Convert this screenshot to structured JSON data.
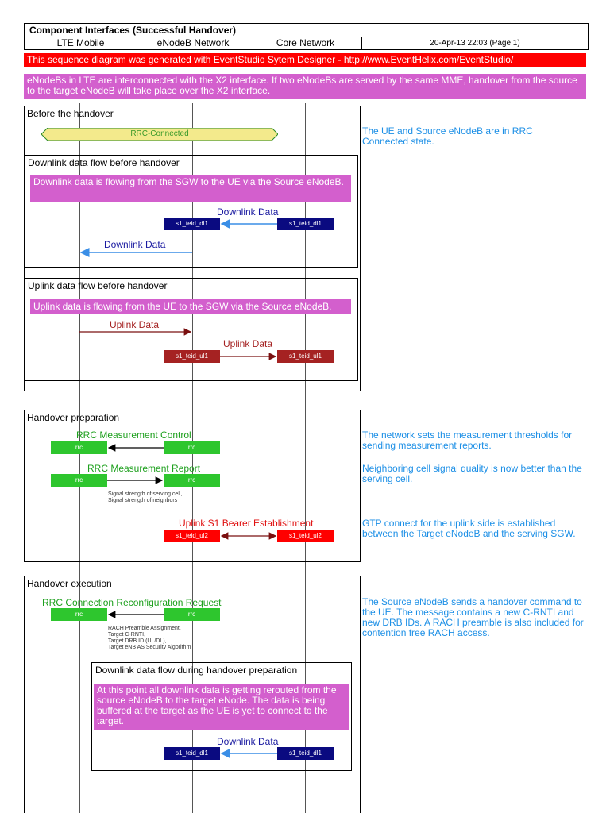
{
  "header": {
    "title": "Component Interfaces (Successful Handover)",
    "columns": [
      "LTE Mobile",
      "eNodeB Network",
      "Core Network"
    ],
    "date": "20-Apr-13 22:03 (Page 1)"
  },
  "generated_banner": "This sequence diagram was generated with EventStudio Sytem Designer - http://www.EventHelix.com/EventStudio/",
  "intro_note": "eNodeBs in LTE are interconnected with the X2 interface. If two eNodeBs are served by the same MME, handover from the source to the target eNodeB will take place over the X2 interface.",
  "before": {
    "title": "Before the handover",
    "state": "RRC-Connected",
    "state_comment": "The UE and Source eNodeB are in RRC Connected state.",
    "downlink": {
      "title": "Downlink data flow before handover",
      "note": "Downlink data is flowing from the SGW to the UE via the Source eNodeB.",
      "msg1": "Downlink Data",
      "from1": "s1_teid_dl1",
      "to1": "s1_teid_dl1",
      "msg2": "Downlink Data"
    },
    "uplink": {
      "title": "Uplink data flow before handover",
      "note": "Uplink data is flowing from the UE to the SGW via the Source eNodeB.",
      "msg1": "Uplink Data",
      "msg2": "Uplink Data",
      "from2": "s1_teid_ul1",
      "to2": "s1_teid_ul1"
    }
  },
  "prep": {
    "title": "Handover preparation",
    "m1": "RRC Measurement Control",
    "m1_comment": "The network sets the measurement thresholds for sending measurement reports.",
    "m2": "RRC Measurement Report",
    "m2_comment": "Neighboring cell signal quality is now better than the serving cell.",
    "m2_params": "Signal strength of serving cell,\nSignal strength of neighbors",
    "rrc": "rrc",
    "m3": "Uplink S1 Bearer Establishment",
    "m3_from": "s1_teid_ul2",
    "m3_to": "s1_teid_ul2",
    "m3_comment": "GTP connect for the uplink side is established between the Target eNodeB and the serving SGW."
  },
  "exec": {
    "title": "Handover execution",
    "m1": "RRC Connection Reconfiguration Request",
    "m1_comment": "The Source eNodeB sends a handover command to the UE. The message contains a new C-RNTI and new DRB IDs. A RACH preamble is also included for contention free RACH access.",
    "m1_params": "RACH Preamble Assignment,\nTarget C-RNTI,\nTarget DRB ID (UL/DL),\nTarget eNB AS Security Algorithm",
    "rrc": "rrc",
    "sub": {
      "title": "Downlink data flow during handover preparation",
      "note": "At this point all downlink data is getting rerouted from the source eNodeB to the target eNode.  The data is being buffered at the target as the UE is yet to connect to the target.",
      "msg": "Downlink Data",
      "from": "s1_teid_dl1",
      "to": "s1_teid_dl1"
    }
  },
  "colors": {
    "navy": "#0a0a80",
    "dark_red": "#a52222",
    "green": "#2ec62e",
    "red": "#ff0000",
    "comment_blue": "#1c8fe6",
    "note_pink": "#d35fcd"
  }
}
